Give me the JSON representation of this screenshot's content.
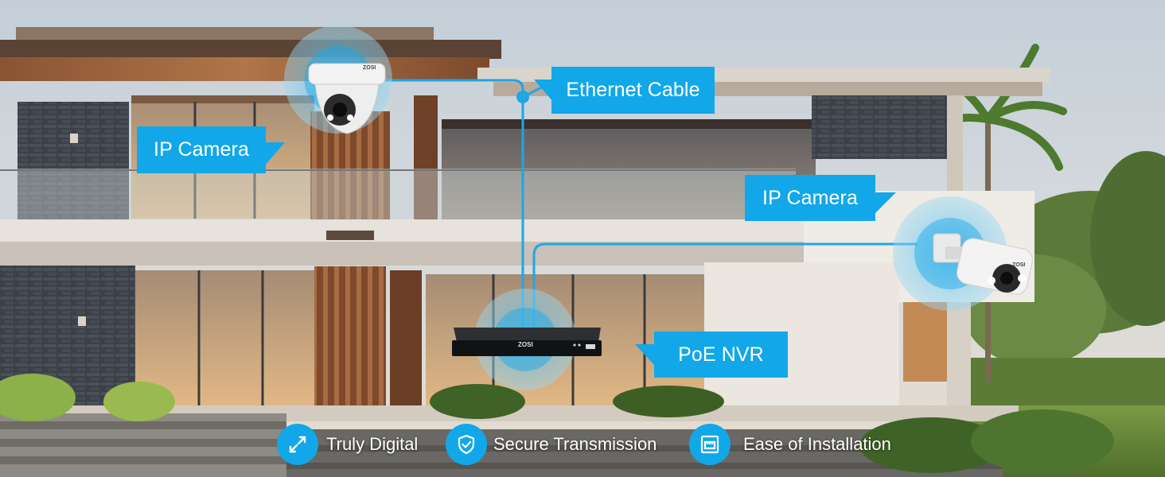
{
  "callouts": {
    "dome_camera": "IP Camera",
    "ethernet_cable": "Ethernet Cable",
    "bullet_camera": "IP Camera",
    "poe_nvr": "PoE NVR"
  },
  "devices": {
    "brand": "ZOSI"
  },
  "features": [
    {
      "label": "Truly Digital",
      "icon": "arrows-diagonal-icon"
    },
    {
      "label": "Secure Transmission",
      "icon": "shield-check-icon"
    },
    {
      "label": "Ease of Installation",
      "icon": "ethernet-port-icon"
    }
  ],
  "colors": {
    "accent": "#12a7e8",
    "cable": "#1fa6e6",
    "halo": "#3fb6ec"
  }
}
